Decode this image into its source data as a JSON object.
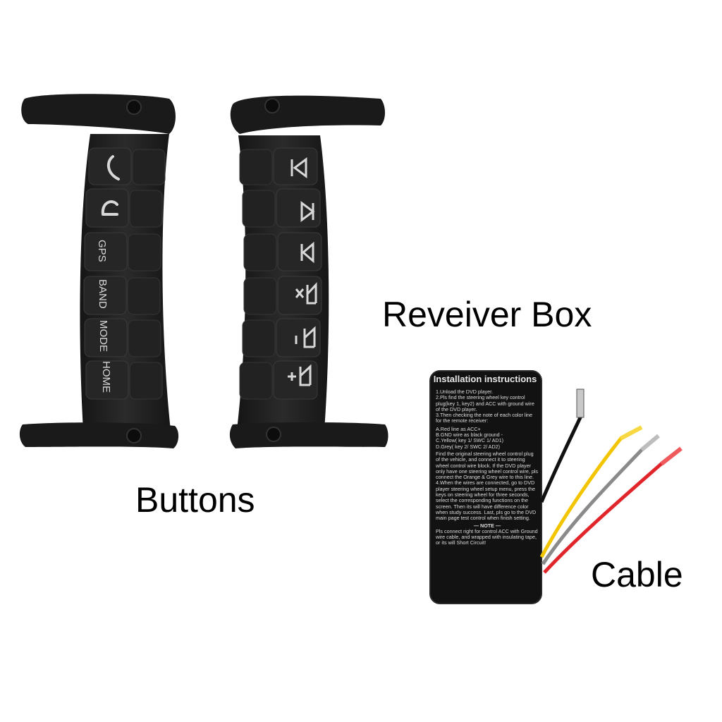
{
  "labels": {
    "buttons": "Buttons",
    "receiver": "Reveiver Box",
    "cable": "Cable"
  },
  "left_remote": {
    "buttons": [
      "phone-answer-icon",
      "phone-hangup-icon",
      "GPS",
      "BAND",
      "MODE",
      "HOME"
    ],
    "gps": "GPS",
    "band": "BAND",
    "mode": "MODE",
    "home": "HOME"
  },
  "right_remote": {
    "buttons": [
      "prev-track-icon",
      "next-track-icon",
      "prev-icon",
      "mute-icon",
      "volume-down-icon",
      "volume-up-icon"
    ]
  },
  "receiver_box": {
    "title": "Installation instructions",
    "lines": [
      "1.Unload the DVD player.",
      "2.Pls find the steering wheel key control plug(key 1, key2) and ACC with ground wire of the DVD player.",
      "3.Then checking the note of each color line for the remote receiver:",
      "A.Red line as ACC+",
      "B.GND wire as black ground -",
      "C.Yellow( key 1/ SWC 1/ AD1)",
      "D.Grey( key 2/ SWC 2/ AD2)",
      "Find the original steering wheel control plug of the vehicle, and connect it to steering wheel control wire block. If the DVD player only have one steering wheel control wire, pls connect the Orange & Grey wire to this line.",
      "4.When the wires are connected, go to DVD player steering wheel setup menu, press the keys on steering wheel for three seconds, select the corresponding functions on the screen. Then its will have difference color when study success. Last, pls go to the DVD main page test control when finish setting."
    ],
    "note_heading": "— NOTE —",
    "note": "Pls connect right for control ACC with Ground wire cable, and wrapped with insulating tape, or its will Short Circuit!"
  },
  "colors": {
    "plastic": "#1c1c1c",
    "button": "#2a2a2a",
    "wire_black": "#111111",
    "wire_yellow": "#f2c500",
    "wire_grey": "#8a8a8a",
    "wire_red": "#e0262a"
  }
}
